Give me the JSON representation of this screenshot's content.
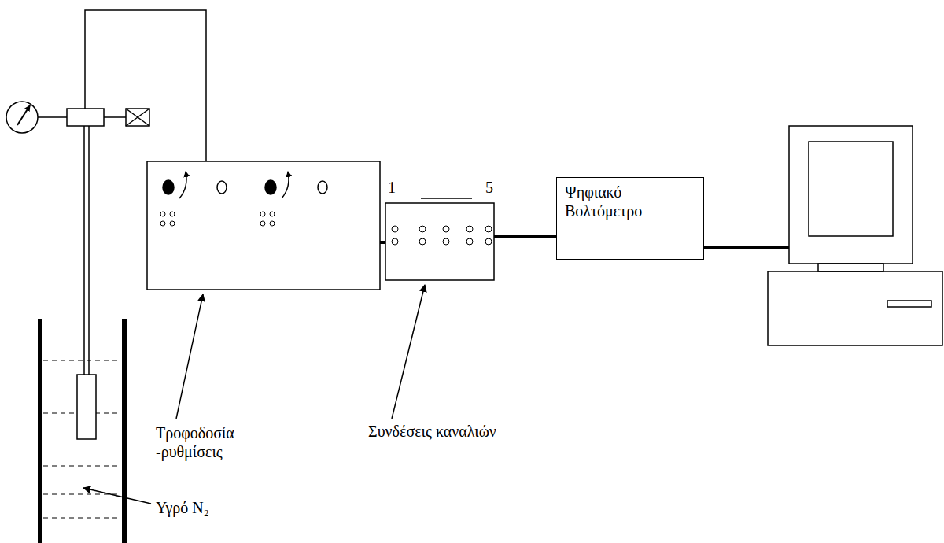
{
  "diagram": {
    "nodes": [
      {
        "text": [
          "Ψηφιακό Βολτόμετρο"
        ]
      }
    ],
    "labels": [
      "1",
      "5",
      "Τροφοδοσία -ρυθμίσεις",
      "Συνδέσεις καναλιών",
      "Υγρό N₂"
    ]
  }
}
